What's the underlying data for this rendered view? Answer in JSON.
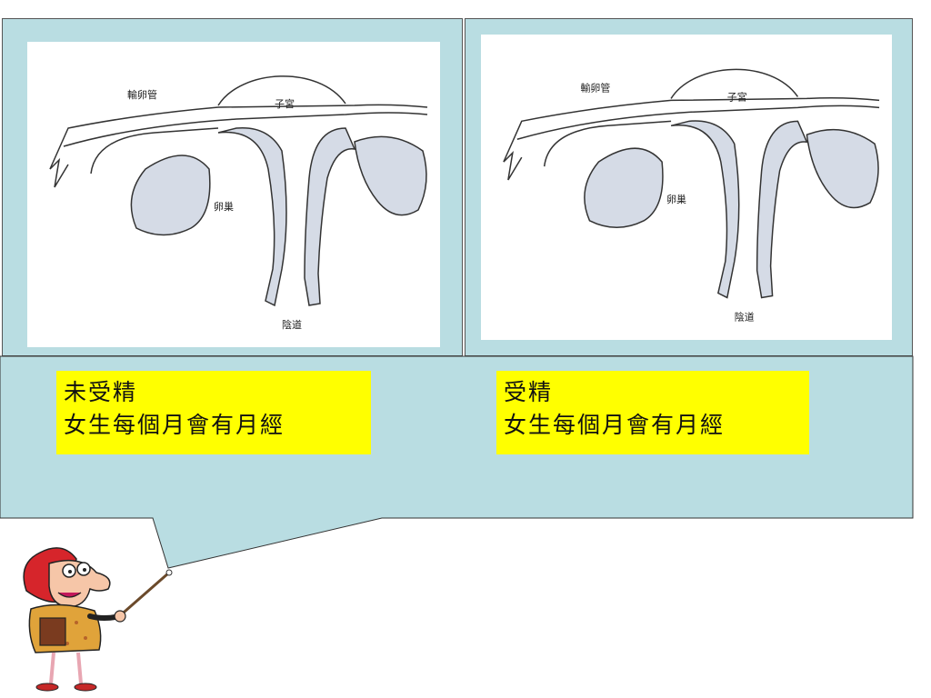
{
  "diagram_left": {
    "labels": {
      "oviduct": "輸卵管",
      "uterus": "子宮",
      "ovary": "卵巢",
      "vagina": "陰道"
    }
  },
  "diagram_right": {
    "labels": {
      "oviduct": "輸卵管",
      "uterus": "子宮",
      "ovary": "卵巢",
      "vagina": "陰道"
    }
  },
  "captions": {
    "left": {
      "line1": "未受精",
      "line2": "女生每個月會有月經"
    },
    "right": {
      "line1": "受精",
      "line2": "女生每個月會有月經"
    }
  },
  "colors": {
    "panel_bg": "#b9dde2",
    "caption_bg": "#ffff00",
    "organ_fill": "#d5dbe6"
  },
  "icons": {
    "teacher": "teacher-with-pointer-icon"
  }
}
